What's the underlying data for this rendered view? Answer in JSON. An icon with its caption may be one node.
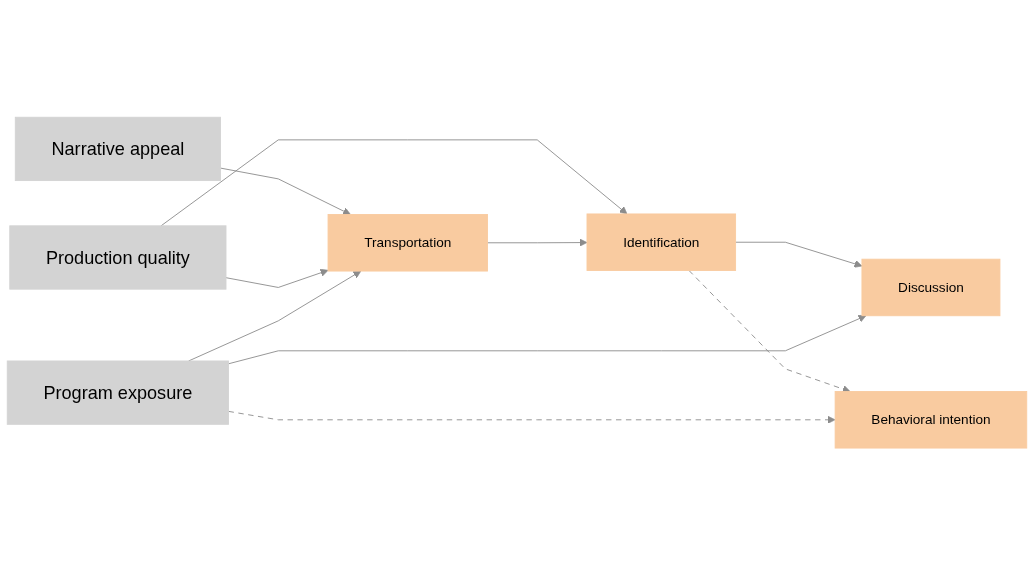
{
  "diagram": {
    "nodes": [
      {
        "text": [
          "Narrative appeal"
        ]
      },
      {
        "text": [
          "Production quality"
        ]
      },
      {
        "text": [
          "Program exposure"
        ]
      },
      {
        "text": [
          "Transportation"
        ]
      },
      {
        "text": [
          "Identification"
        ]
      },
      {
        "text": [
          "Discussion"
        ]
      },
      {
        "text": [
          "Behavioral intention"
        ]
      }
    ],
    "edges": [
      {
        "from": 0,
        "to": 3,
        "arrow": "to"
      },
      {
        "from": 1,
        "to": 3,
        "arrow": "to"
      },
      {
        "from": 1,
        "to": 4,
        "arrow": "to"
      },
      {
        "from": 3,
        "to": 4,
        "arrow": "to"
      },
      {
        "from": 4,
        "to": 5,
        "arrow": "to"
      },
      {
        "from": 4,
        "to": 6,
        "arrow": "to",
        "style": "dashed"
      },
      {
        "from": 2,
        "to": 3,
        "arrow": "to"
      },
      {
        "from": 2,
        "to": 5,
        "arrow": "to"
      },
      {
        "from": 2,
        "to": 6,
        "arrow": "to",
        "style": "dashed"
      }
    ]
  }
}
